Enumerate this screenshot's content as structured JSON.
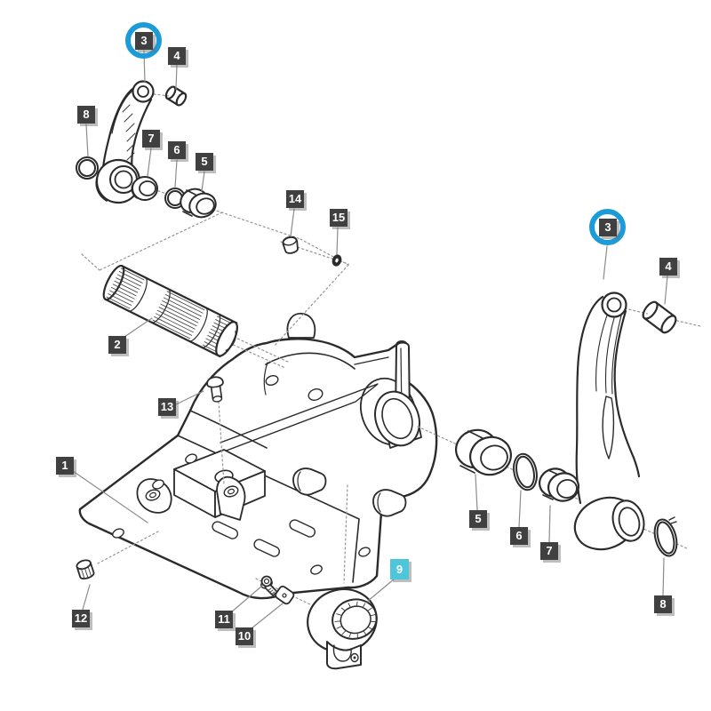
{
  "diagram": {
    "type": "exploded-parts-diagram",
    "colors": {
      "line": "#2b2b2b",
      "leader": "#8c8c8c",
      "label_bg": "#404040",
      "label_text": "#ffffff",
      "label_shadow": "rgba(110,110,110,0.45)",
      "highlight_bg": "#4ec6da",
      "circle": "#1b9cd8",
      "background": "#ffffff"
    },
    "labels": [
      {
        "id": "1",
        "text": "1",
        "circled": false,
        "highlighted": false
      },
      {
        "id": "2",
        "text": "2",
        "circled": false,
        "highlighted": false
      },
      {
        "id": "3-left",
        "text": "3",
        "circled": true,
        "highlighted": false
      },
      {
        "id": "4-left",
        "text": "4",
        "circled": false,
        "highlighted": false
      },
      {
        "id": "5-left",
        "text": "5",
        "circled": false,
        "highlighted": false
      },
      {
        "id": "6-left",
        "text": "6",
        "circled": false,
        "highlighted": false
      },
      {
        "id": "7-left",
        "text": "7",
        "circled": false,
        "highlighted": false
      },
      {
        "id": "8-left",
        "text": "8",
        "circled": false,
        "highlighted": false
      },
      {
        "id": "9",
        "text": "9",
        "circled": false,
        "highlighted": true
      },
      {
        "id": "10",
        "text": "10",
        "circled": false,
        "highlighted": false
      },
      {
        "id": "11",
        "text": "11",
        "circled": false,
        "highlighted": false
      },
      {
        "id": "12",
        "text": "12",
        "circled": false,
        "highlighted": false
      },
      {
        "id": "13",
        "text": "13",
        "circled": false,
        "highlighted": false
      },
      {
        "id": "14",
        "text": "14",
        "circled": false,
        "highlighted": false
      },
      {
        "id": "15",
        "text": "15",
        "circled": false,
        "highlighted": false
      },
      {
        "id": "3-right",
        "text": "3",
        "circled": true,
        "highlighted": false
      },
      {
        "id": "4-right",
        "text": "4",
        "circled": false,
        "highlighted": false
      },
      {
        "id": "5-right",
        "text": "5",
        "circled": false,
        "highlighted": false
      },
      {
        "id": "6-right",
        "text": "6",
        "circled": false,
        "highlighted": false
      },
      {
        "id": "7-right",
        "text": "7",
        "circled": false,
        "highlighted": false
      },
      {
        "id": "8-right",
        "text": "8",
        "circled": false,
        "highlighted": false
      }
    ]
  }
}
